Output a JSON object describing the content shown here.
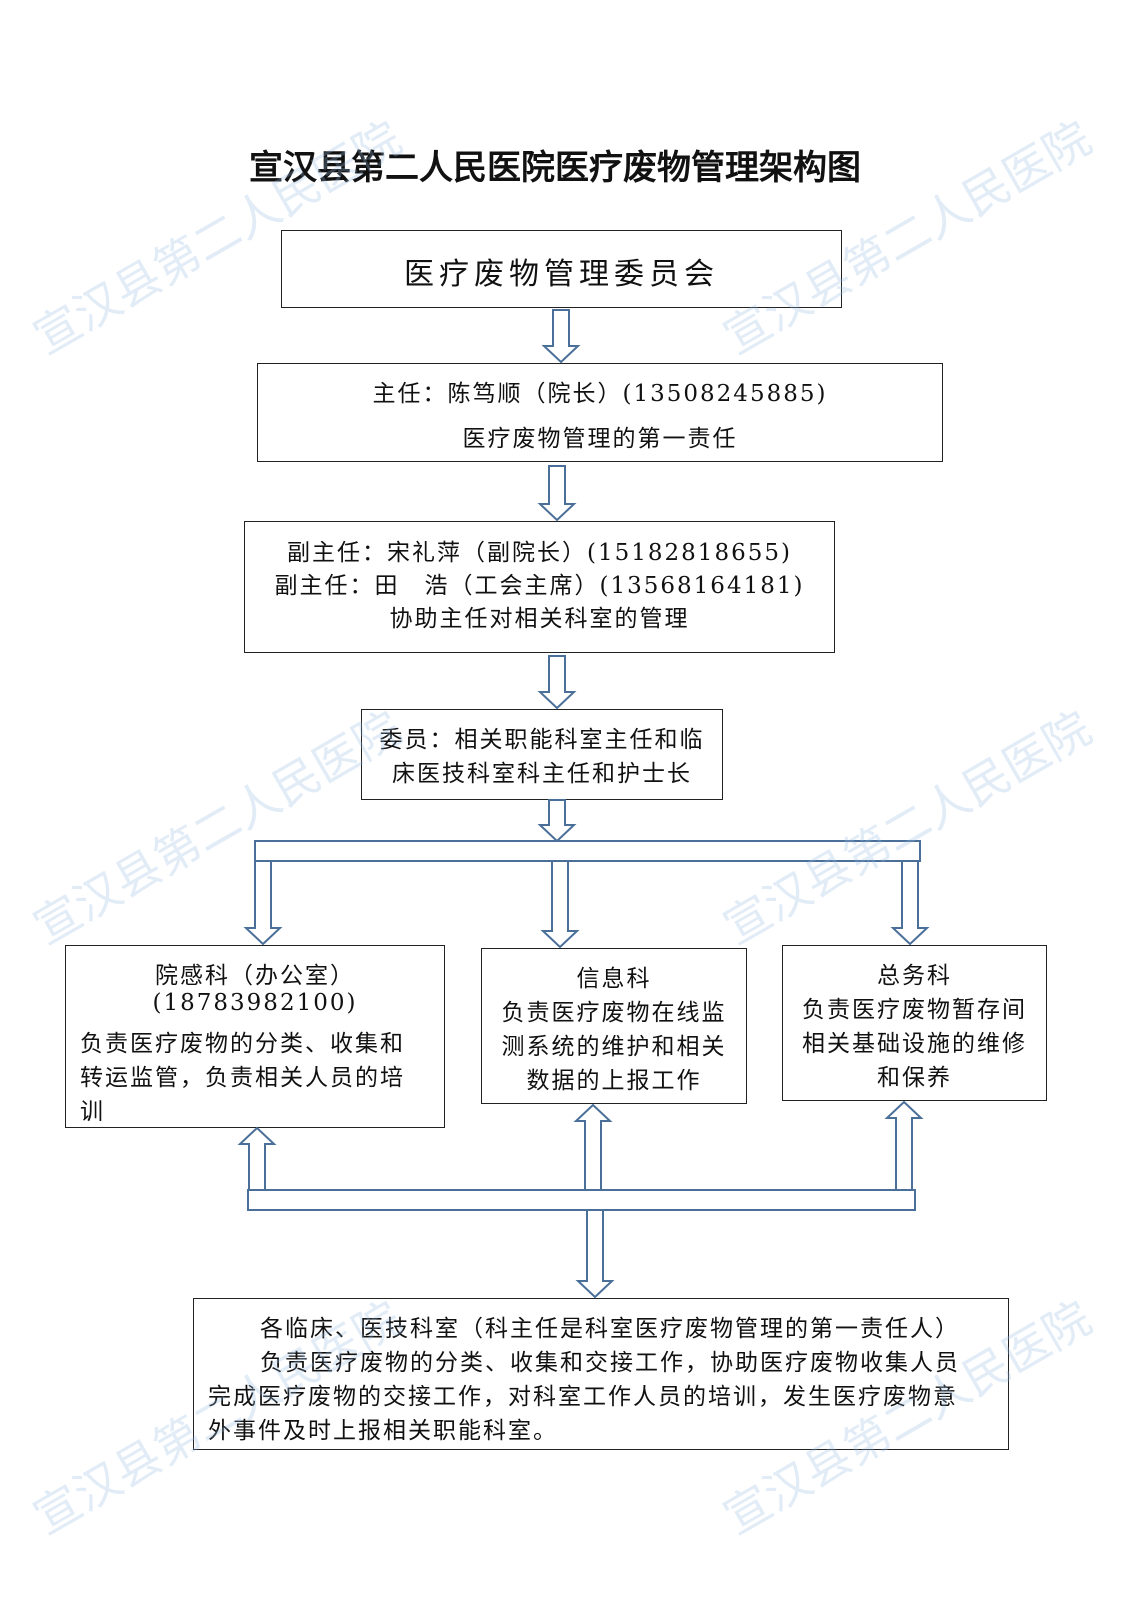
{
  "title": "宣汉县第二人民医院医疗废物管理架构图",
  "watermark": "宣汉县第二人民医院",
  "arrow_color": "#4a6f99",
  "committee": {
    "name": "医疗废物管理委员会"
  },
  "director": {
    "line1": "主任：陈笃顺（院长）(13508245885)",
    "line2": "医疗废物管理的第一责任"
  },
  "deputy": {
    "line1": "副主任：宋礼萍（副院长）(15182818655)",
    "line2": "副主任：田　浩（工会主席）(13568164181)",
    "line3": "协助主任对相关科室的管理"
  },
  "members": {
    "line1": "委员：相关职能科室主任和临",
    "line2": "床医技科室科主任和护士长"
  },
  "departments": [
    {
      "name": "院感科（办公室）",
      "phone": "(18783982100)",
      "lines": [
        "负责医疗废物的分类、收集和",
        "转运监管，负责相关人员的培",
        "训"
      ]
    },
    {
      "name": "信息科",
      "lines": [
        "负责医疗废物在线监",
        "测系统的维护和相关",
        "数据的上报工作"
      ]
    },
    {
      "name": "总务科",
      "lines": [
        "负责医疗废物暂存间",
        "相关基础设施的维修",
        "和保养"
      ]
    }
  ],
  "clinical": {
    "lines": [
      "各临床、医技科室（科主任是科室医疗废物管理的第一责任人）",
      "负责医疗废物的分类、收集和交接工作，协助医疗废物收集人员",
      "完成医疗废物的交接工作，对科室工作人员的培训，发生医疗废物意",
      "外事件及时上报相关职能科室。"
    ]
  }
}
